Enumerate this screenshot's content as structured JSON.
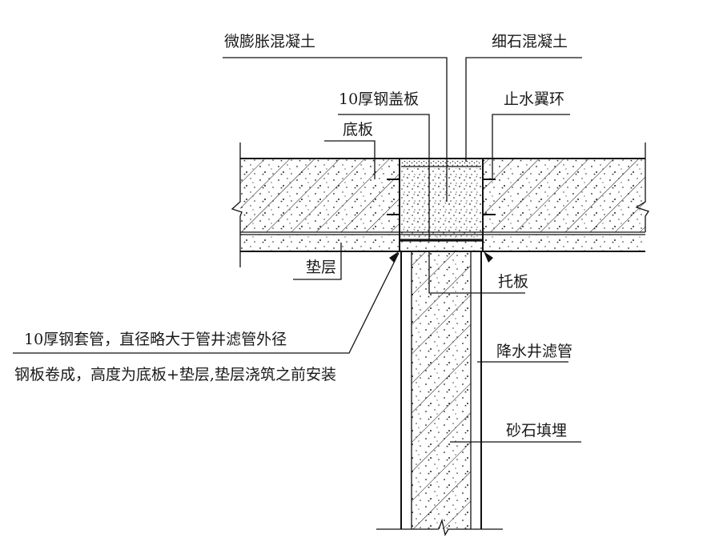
{
  "labels": {
    "micro_expansion_concrete": "微膨胀混凝土",
    "fine_stone_concrete": "细石混凝土",
    "steel_cover_plate": "10厚钢盖板",
    "water_stop_ring": "止水翼环",
    "base_slab": "底板",
    "cushion_layer": "垫层",
    "support_plate": "托板",
    "steel_casing_line1": "10厚钢套管，直径略大于管井滤管外径",
    "steel_casing_line2": "钢板卷成，高度为底板+垫层,垫层浇筑之前安装",
    "dewatering_filter_pipe": "降水井滤管",
    "gravel_backfill": "砂石填埋"
  },
  "colors": {
    "line": "#111111",
    "background": "#ffffff",
    "text": "#1a1a1a"
  }
}
